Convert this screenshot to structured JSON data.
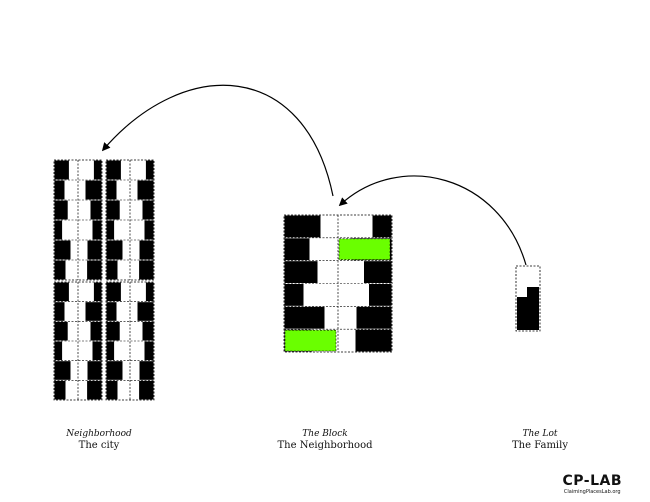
{
  "labels": {
    "neighborhood": {
      "title": "Neighborhood",
      "subtitle": "The city"
    },
    "block": {
      "title": "The Block",
      "subtitle": "The Neighborhood"
    },
    "lot": {
      "title": "The Lot",
      "subtitle": "The Family"
    }
  },
  "brand": {
    "name": "CP-LAB",
    "url": "ClaimingPlacesLab.org"
  },
  "colors": {
    "ink": "#000000",
    "highlight": "#6aff00",
    "background": "#ffffff"
  },
  "icons": {
    "arrow_city": "arrow-curved-icon",
    "arrow_neighborhood": "arrow-curved-icon"
  }
}
